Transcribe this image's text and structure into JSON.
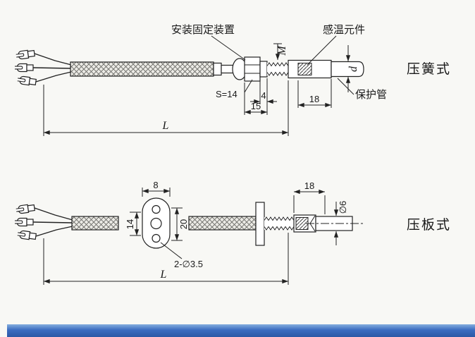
{
  "colors": {
    "background": "#f8f8f5",
    "line": "#222222",
    "accent_bar": "#3a6cc0"
  },
  "spring_type": {
    "type_label": "压簧式",
    "mounting_label": "安装固定装置",
    "sensor_label": "感温元件",
    "protection_tube_label": "保护管",
    "wrench_size": "S=14",
    "thread_mark": "M",
    "diameter_mark": "d",
    "dim_4": "4",
    "dim_15": "15",
    "dim_18": "18",
    "length_mark": "L"
  },
  "plate_type": {
    "type_label": "压板式",
    "holes_label": "2-∅3.5",
    "dim_8": "8",
    "dim_14": "14",
    "dim_20": "20",
    "dim_18": "18",
    "diameter_mark": "∅6",
    "length_mark": "L"
  }
}
